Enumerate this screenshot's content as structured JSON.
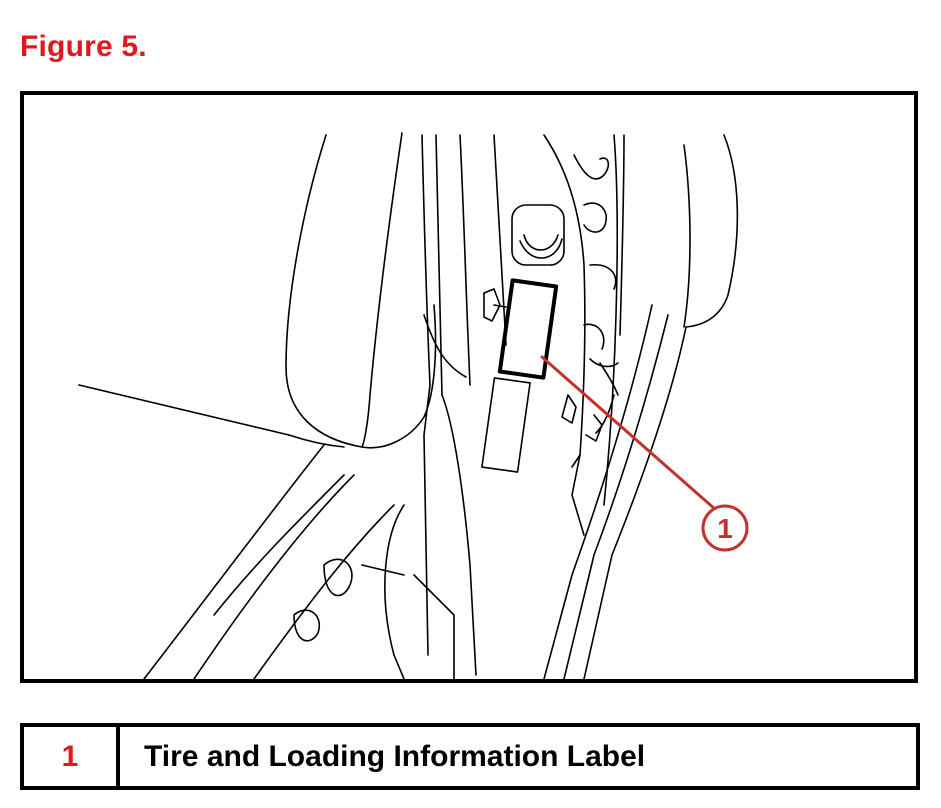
{
  "figure": {
    "title": "Figure 5.",
    "callout_number": "1",
    "colors": {
      "accent": "#e0191e",
      "callout": "#c0322b",
      "ink": "#000000"
    }
  },
  "legend": {
    "rows": [
      {
        "number": "1",
        "text": "Tire and Loading Information Label"
      }
    ]
  }
}
